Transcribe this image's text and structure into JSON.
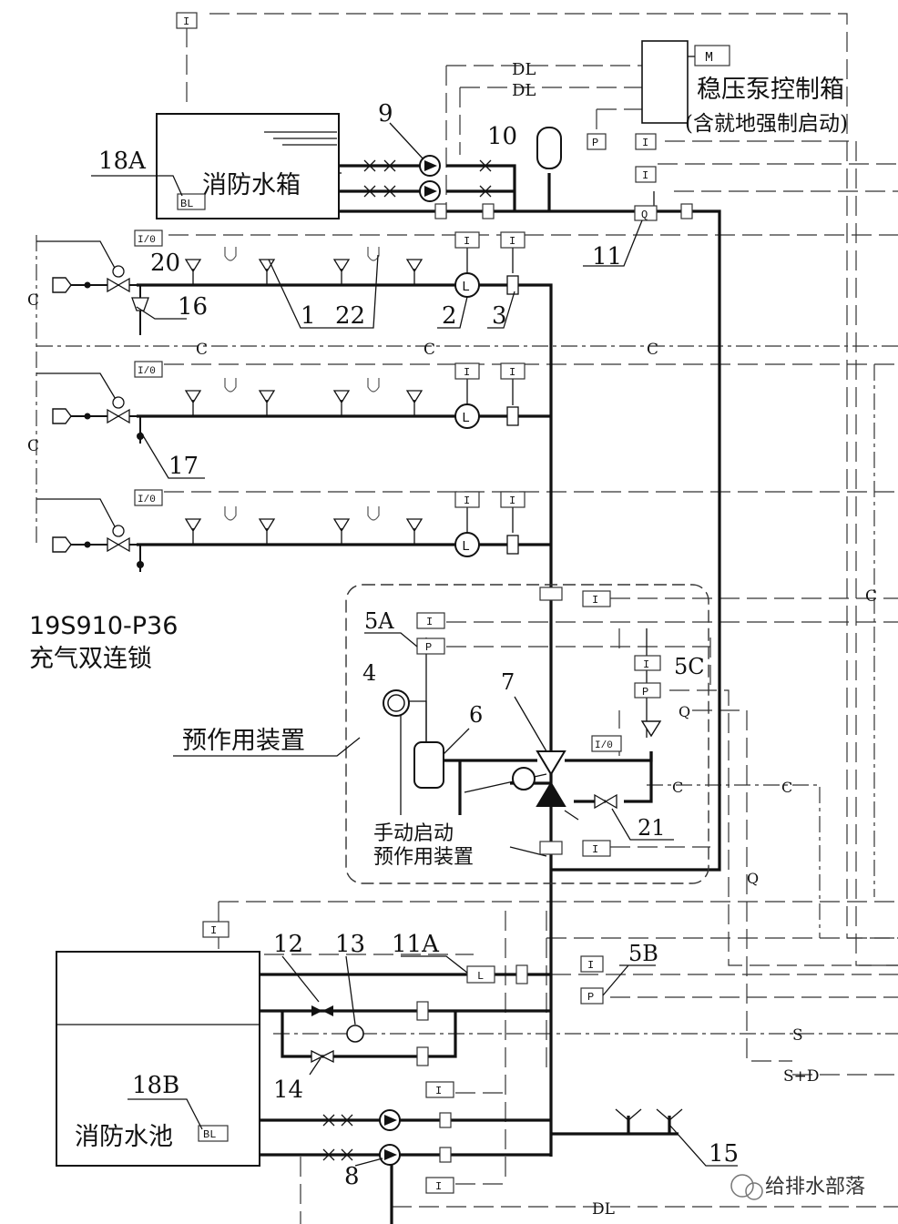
{
  "caption": {
    "code": "19S910-P36",
    "subtitle": "充气双连锁"
  },
  "labels": {
    "control_box": "稳压泵控制箱",
    "control_box_note": "(含就地强制启动)",
    "fire_tank": "消防水箱",
    "fire_pool": "消防水池",
    "preaction_device": "预作用装置",
    "manual_start_1": "手动启动",
    "manual_start_2": "预作用装置",
    "watermark": "给排水部落"
  },
  "letters": {
    "I": "I",
    "M": "M",
    "P": "P",
    "Q": "Q",
    "L": "L",
    "BL": "BL",
    "IO": "I/0",
    "C": "C",
    "DL": "DL",
    "S": "S",
    "SD": "S+D"
  },
  "callouts": {
    "n1": "1",
    "n2": "2",
    "n3": "3",
    "n4": "4",
    "n5A": "5A",
    "n5B": "5B",
    "n5C": "5C",
    "n6": "6",
    "n7": "7",
    "n8": "8",
    "n9": "9",
    "n10": "10",
    "n11": "11",
    "n11A": "11A",
    "n12": "12",
    "n13": "13",
    "n14": "14",
    "n15": "15",
    "n16": "16",
    "n17": "17",
    "n18A": "18A",
    "n18B": "18B",
    "n20": "20",
    "n21": "21",
    "n22": "22"
  }
}
